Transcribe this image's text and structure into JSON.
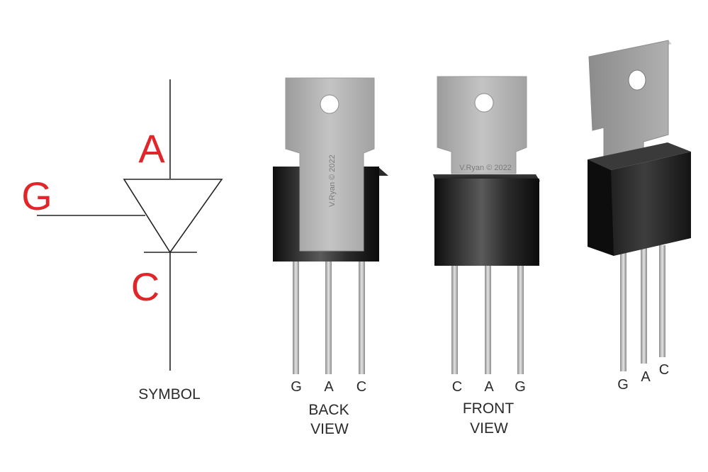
{
  "symbol": {
    "anode_label": "A",
    "gate_label": "G",
    "cathode_label": "C",
    "caption": "SYMBOL"
  },
  "back_view": {
    "pins": [
      "G",
      "A",
      "C"
    ],
    "caption_line1": "BACK",
    "caption_line2": "VIEW",
    "watermark": "V.Ryan © 2022"
  },
  "front_view": {
    "pins": [
      "C",
      "A",
      "G"
    ],
    "caption_line1": "FRONT",
    "caption_line2": "VIEW",
    "watermark": "V.Ryan © 2022"
  },
  "perspective_view": {
    "pins": [
      "G",
      "A",
      "C"
    ]
  },
  "colors": {
    "label_red": "#e1262a",
    "tab_metal": "#a9a9a9",
    "body_black": "#1c1c1c"
  }
}
